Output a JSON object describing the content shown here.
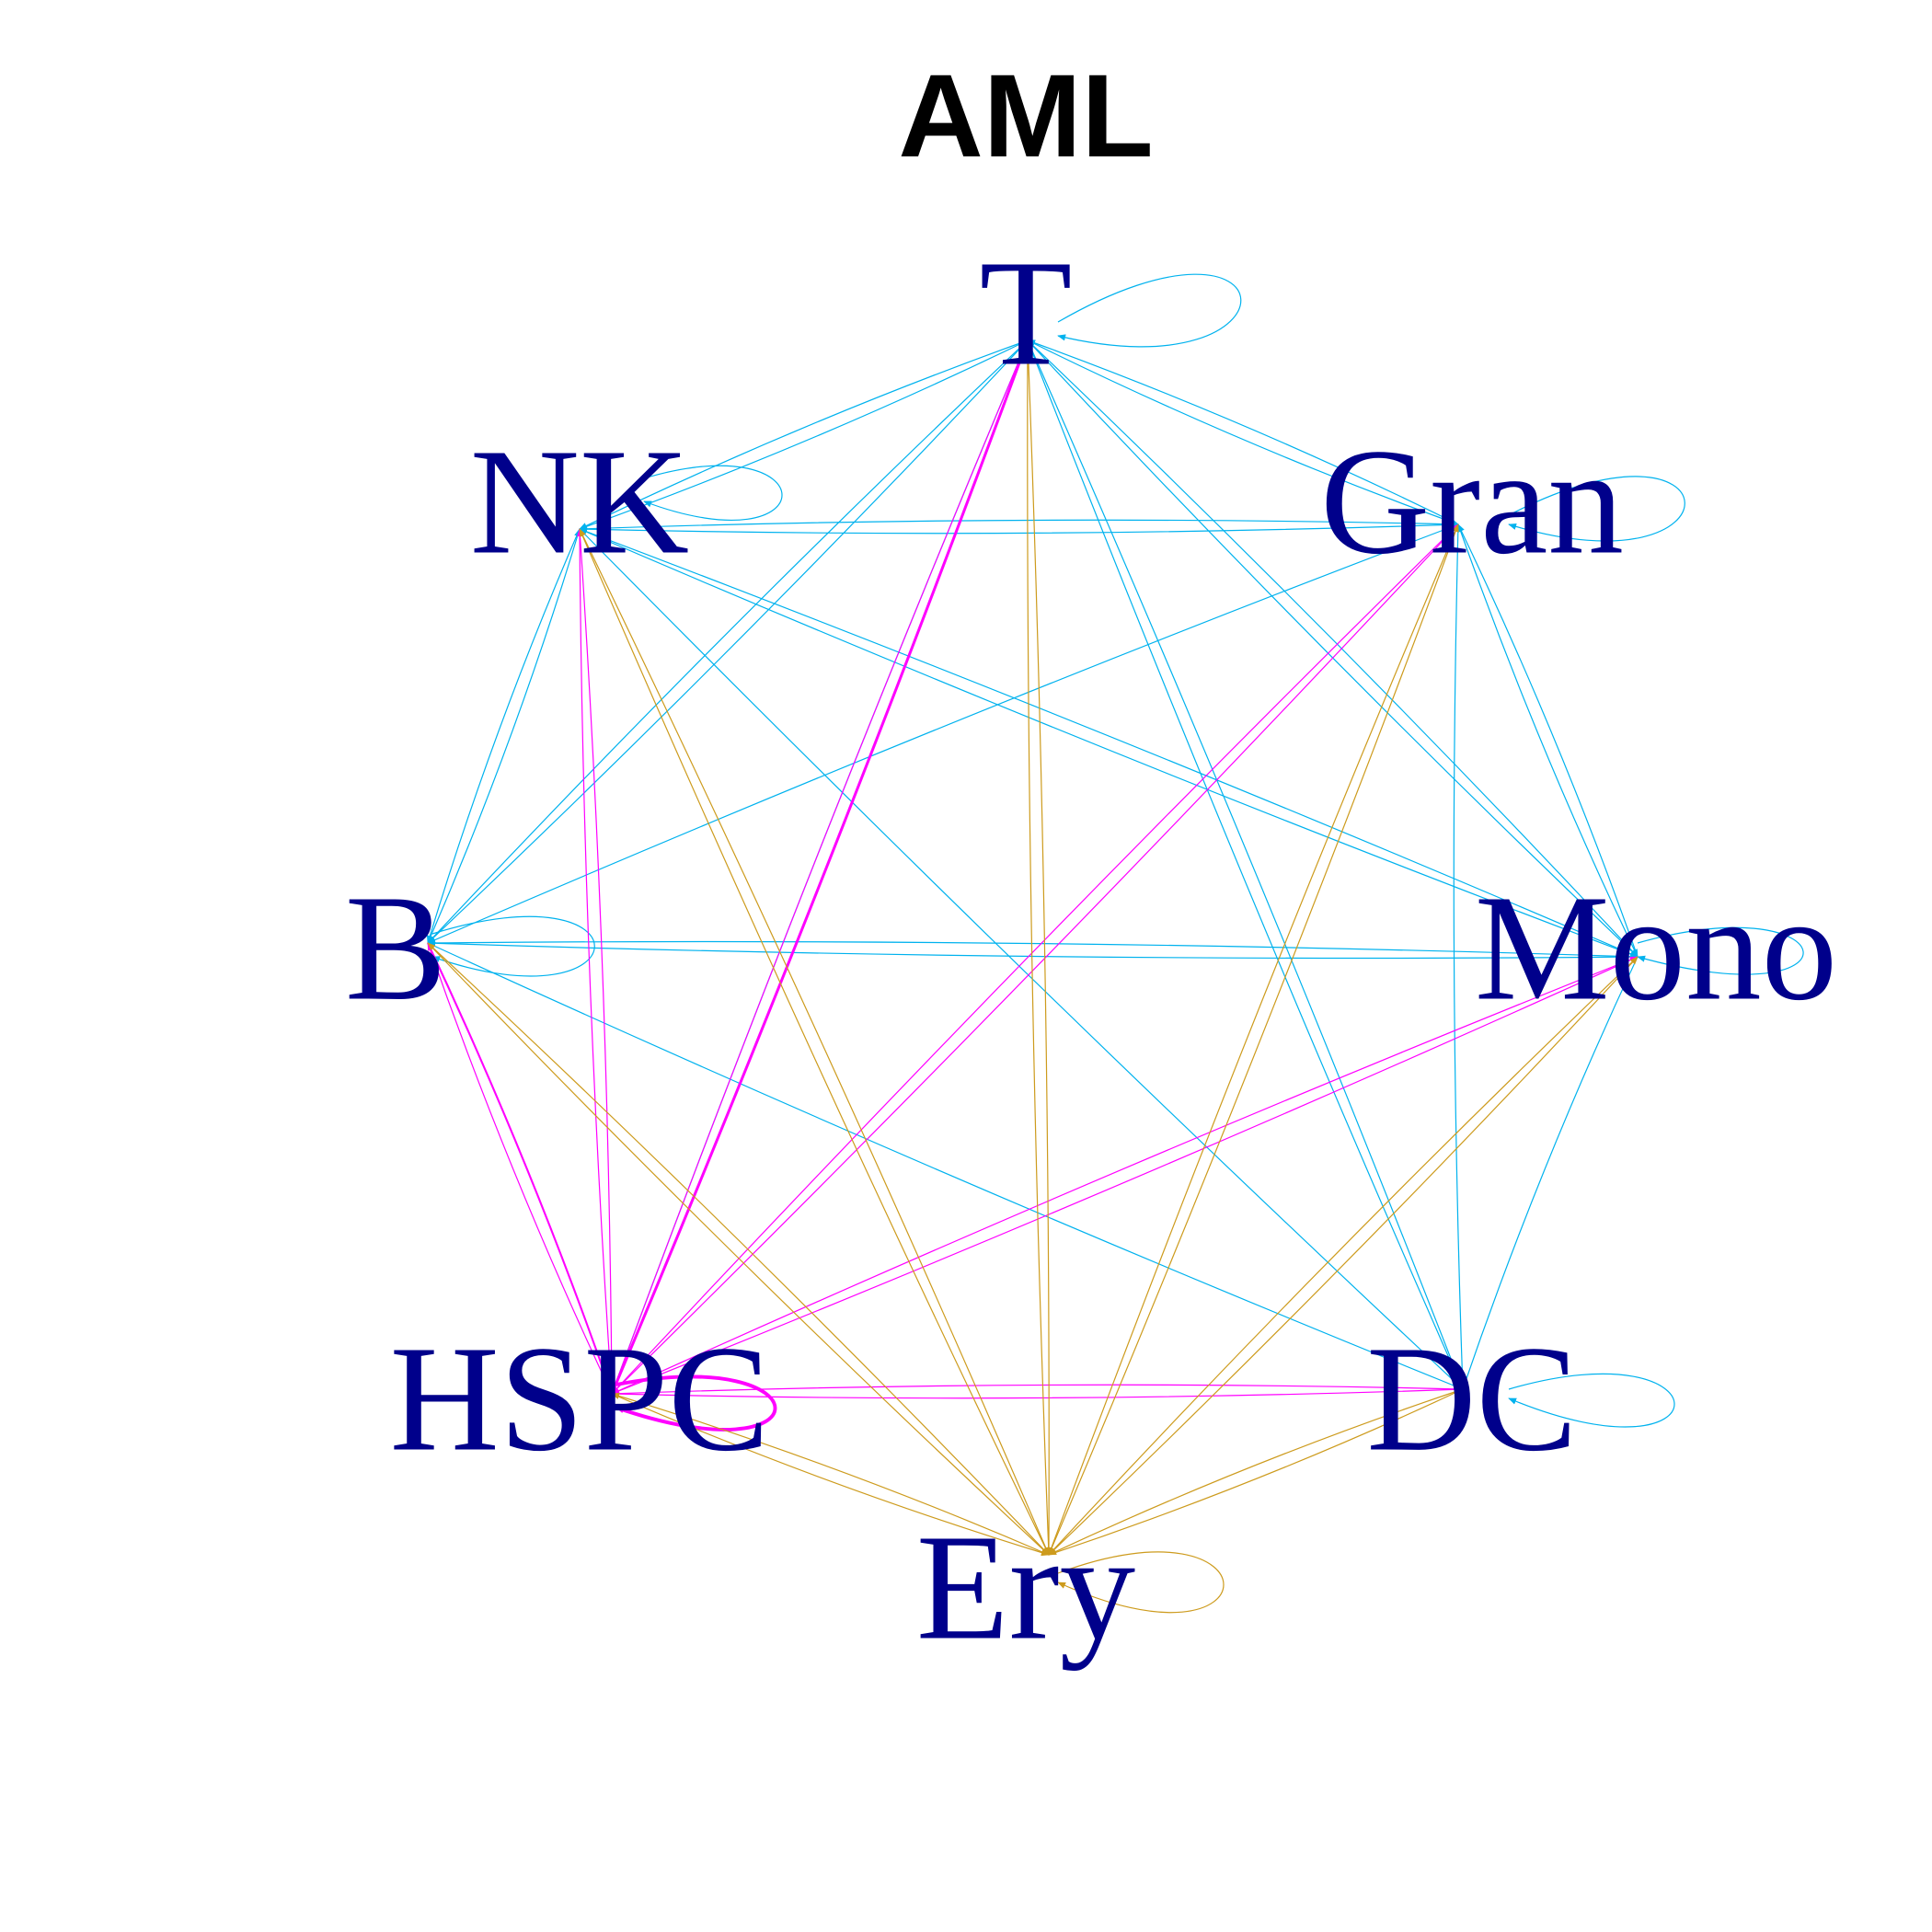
{
  "title": "AML",
  "colors": {
    "label": "#00008B",
    "edge_blue": "#00B2EE",
    "edge_magenta": "#FF00FF",
    "edge_gold": "#CD9B1D"
  },
  "nodes": [
    {
      "id": "T",
      "label": "T"
    },
    {
      "id": "Gran",
      "label": "Gran"
    },
    {
      "id": "Mono",
      "label": "Mono"
    },
    {
      "id": "DC",
      "label": "DC"
    },
    {
      "id": "Ery",
      "label": "Ery"
    },
    {
      "id": "HSPC",
      "label": "HSPC"
    },
    {
      "id": "B",
      "label": "B"
    },
    {
      "id": "NK",
      "label": "NK"
    }
  ],
  "edges": [
    {
      "from": "T",
      "to": "T",
      "color": "blue",
      "weight": 1
    },
    {
      "from": "T",
      "to": "NK",
      "color": "blue",
      "weight": 1
    },
    {
      "from": "T",
      "to": "Gran",
      "color": "blue",
      "weight": 1
    },
    {
      "from": "T",
      "to": "B",
      "color": "blue",
      "weight": 1
    },
    {
      "from": "T",
      "to": "Mono",
      "color": "blue",
      "weight": 1
    },
    {
      "from": "T",
      "to": "HSPC",
      "color": "blue",
      "weight": 1
    },
    {
      "from": "T",
      "to": "DC",
      "color": "blue",
      "weight": 1
    },
    {
      "from": "NK",
      "to": "T",
      "color": "blue",
      "weight": 1
    },
    {
      "from": "NK",
      "to": "NK",
      "color": "blue",
      "weight": 1
    },
    {
      "from": "NK",
      "to": "Gran",
      "color": "blue",
      "weight": 1
    },
    {
      "from": "NK",
      "to": "B",
      "color": "blue",
      "weight": 1
    },
    {
      "from": "NK",
      "to": "Mono",
      "color": "blue",
      "weight": 1
    },
    {
      "from": "NK",
      "to": "DC",
      "color": "blue",
      "weight": 1
    },
    {
      "from": "Gran",
      "to": "T",
      "color": "blue",
      "weight": 1
    },
    {
      "from": "Gran",
      "to": "NK",
      "color": "blue",
      "weight": 1
    },
    {
      "from": "Gran",
      "to": "Gran",
      "color": "blue",
      "weight": 1
    },
    {
      "from": "Gran",
      "to": "B",
      "color": "blue",
      "weight": 1
    },
    {
      "from": "Gran",
      "to": "Mono",
      "color": "blue",
      "weight": 1
    },
    {
      "from": "Gran",
      "to": "DC",
      "color": "blue",
      "weight": 1
    },
    {
      "from": "B",
      "to": "T",
      "color": "blue",
      "weight": 1
    },
    {
      "from": "B",
      "to": "NK",
      "color": "blue",
      "weight": 1
    },
    {
      "from": "B",
      "to": "B",
      "color": "blue",
      "weight": 1
    },
    {
      "from": "B",
      "to": "Mono",
      "color": "blue",
      "weight": 1
    },
    {
      "from": "B",
      "to": "DC",
      "color": "blue",
      "weight": 1
    },
    {
      "from": "Mono",
      "to": "T",
      "color": "blue",
      "weight": 1
    },
    {
      "from": "Mono",
      "to": "NK",
      "color": "blue",
      "weight": 1
    },
    {
      "from": "Mono",
      "to": "Gran",
      "color": "blue",
      "weight": 1
    },
    {
      "from": "Mono",
      "to": "B",
      "color": "blue",
      "weight": 1
    },
    {
      "from": "Mono",
      "to": "Mono",
      "color": "blue",
      "weight": 1
    },
    {
      "from": "Mono",
      "to": "DC",
      "color": "blue",
      "weight": 1
    },
    {
      "from": "DC",
      "to": "T",
      "color": "blue",
      "weight": 1
    },
    {
      "from": "DC",
      "to": "DC",
      "color": "blue",
      "weight": 1
    },
    {
      "from": "HSPC",
      "to": "T",
      "color": "magenta",
      "weight": 3
    },
    {
      "from": "HSPC",
      "to": "NK",
      "color": "magenta",
      "weight": 1
    },
    {
      "from": "HSPC",
      "to": "Gran",
      "color": "magenta",
      "weight": 1
    },
    {
      "from": "HSPC",
      "to": "B",
      "color": "magenta",
      "weight": 2
    },
    {
      "from": "HSPC",
      "to": "Mono",
      "color": "magenta",
      "weight": 1
    },
    {
      "from": "HSPC",
      "to": "DC",
      "color": "magenta",
      "weight": 1
    },
    {
      "from": "HSPC",
      "to": "HSPC",
      "color": "magenta",
      "weight": 4
    },
    {
      "from": "T",
      "to": "HSPC",
      "color": "magenta",
      "weight": 1
    },
    {
      "from": "NK",
      "to": "HSPC",
      "color": "magenta",
      "weight": 1
    },
    {
      "from": "Gran",
      "to": "HSPC",
      "color": "magenta",
      "weight": 1
    },
    {
      "from": "B",
      "to": "HSPC",
      "color": "magenta",
      "weight": 1
    },
    {
      "from": "Mono",
      "to": "HSPC",
      "color": "magenta",
      "weight": 1
    },
    {
      "from": "DC",
      "to": "HSPC",
      "color": "magenta",
      "weight": 1
    },
    {
      "from": "Ery",
      "to": "T",
      "color": "gold",
      "weight": 1
    },
    {
      "from": "Ery",
      "to": "NK",
      "color": "gold",
      "weight": 1
    },
    {
      "from": "Ery",
      "to": "Gran",
      "color": "gold",
      "weight": 1
    },
    {
      "from": "Ery",
      "to": "B",
      "color": "gold",
      "weight": 1
    },
    {
      "from": "Ery",
      "to": "Mono",
      "color": "gold",
      "weight": 1
    },
    {
      "from": "Ery",
      "to": "HSPC",
      "color": "gold",
      "weight": 1
    },
    {
      "from": "Ery",
      "to": "DC",
      "color": "gold",
      "weight": 1
    },
    {
      "from": "Ery",
      "to": "Ery",
      "color": "gold",
      "weight": 1
    },
    {
      "from": "T",
      "to": "Ery",
      "color": "gold",
      "weight": 1
    },
    {
      "from": "NK",
      "to": "Ery",
      "color": "gold",
      "weight": 1
    },
    {
      "from": "Gran",
      "to": "Ery",
      "color": "gold",
      "weight": 1
    },
    {
      "from": "B",
      "to": "Ery",
      "color": "gold",
      "weight": 1
    },
    {
      "from": "Mono",
      "to": "Ery",
      "color": "gold",
      "weight": 1
    },
    {
      "from": "HSPC",
      "to": "Ery",
      "color": "gold",
      "weight": 1
    },
    {
      "from": "DC",
      "to": "Ery",
      "color": "gold",
      "weight": 1
    }
  ]
}
